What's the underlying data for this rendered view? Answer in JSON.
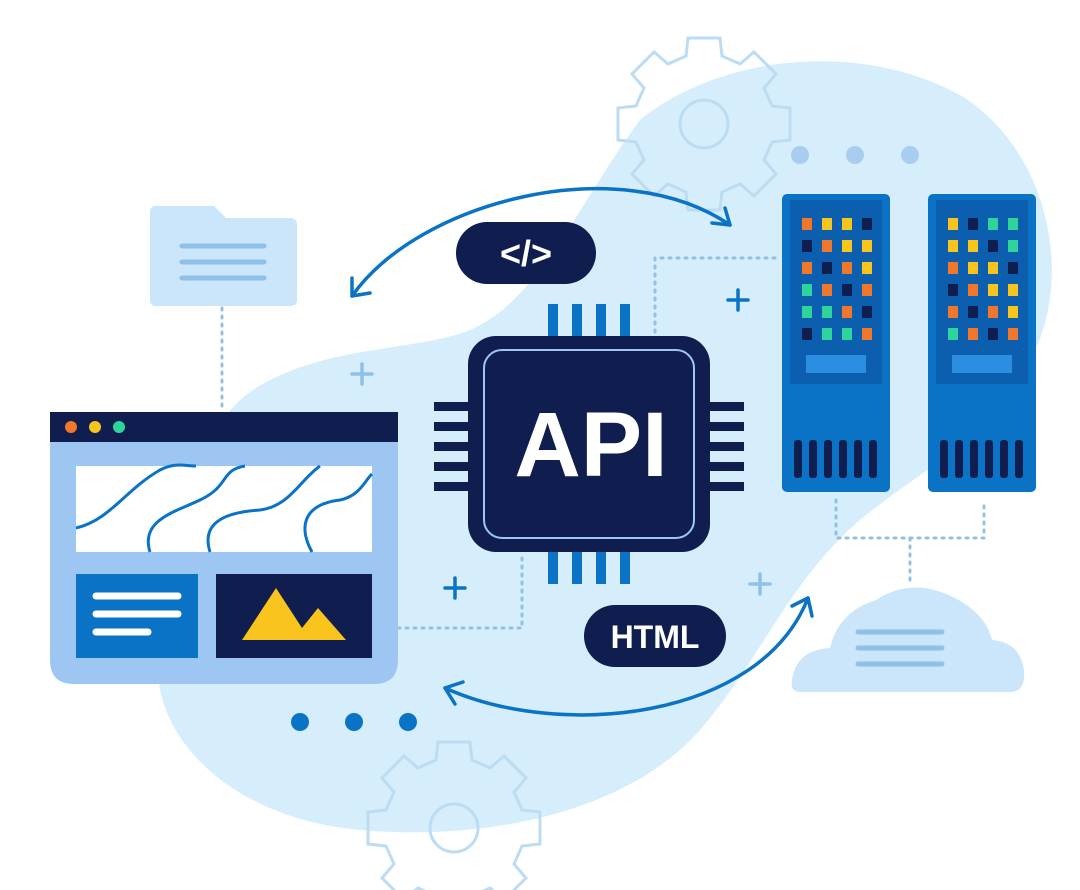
{
  "labels": {
    "code_badge": "</>",
    "chip": "API",
    "format_badge": "HTML"
  },
  "colors": {
    "blob": "#d6eefb",
    "navy": "#0f1d4f",
    "blue": "#0a73c6",
    "light_blue": "#9dc6f3",
    "pale_blue": "#cbe6fa",
    "yellow": "#f9c41d",
    "green": "#2dd59a",
    "orange": "#f0772c",
    "gear_stroke": "#bcdcf3"
  },
  "icons": [
    "gear-icon",
    "folder-icon",
    "browser-window",
    "api-chip",
    "server-rack",
    "cloud-icon",
    "mountain-image-icon",
    "plus-icon"
  ]
}
